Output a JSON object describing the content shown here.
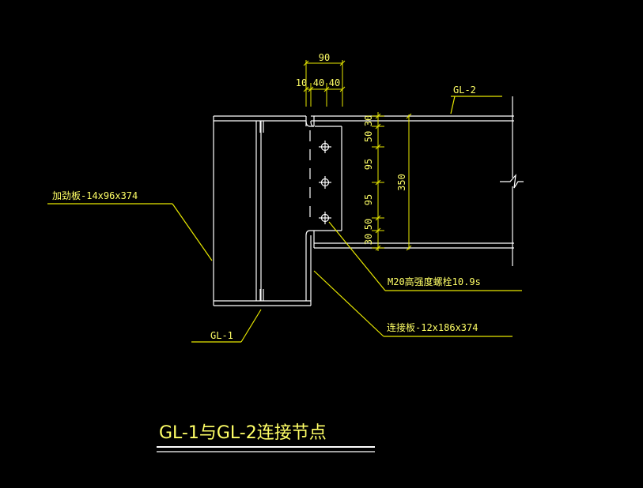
{
  "dims": {
    "total": "90",
    "parts": [
      "10",
      "40",
      "40"
    ],
    "vertical": [
      "30",
      "50",
      "95",
      "95",
      "50",
      "30"
    ],
    "height": "350"
  },
  "labels": {
    "gl2": "GL-2",
    "gl1": "GL-1",
    "stiffener": "加劲板-14x96x374",
    "bolt": "M20高强度螺栓10.9s",
    "plate": "连接板-12x186x374"
  },
  "title": "GL-1与GL-2连接节点",
  "colors": {
    "background": "#000000",
    "geometry": "#ffffff",
    "annotation": "#e8e800"
  }
}
